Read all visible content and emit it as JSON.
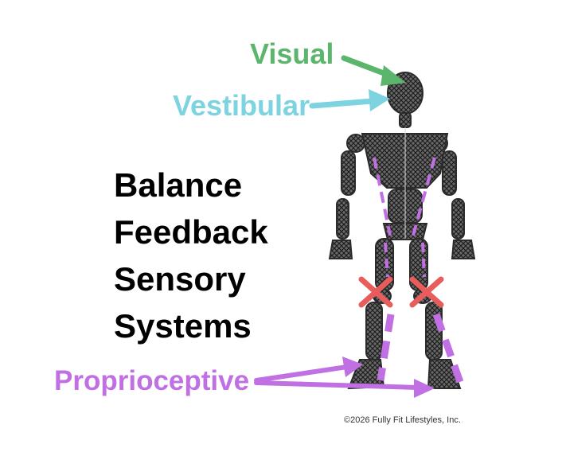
{
  "colors": {
    "visual": "#5cb56c",
    "vestibular": "#7dd3e0",
    "proprioceptive": "#c070e3",
    "cross": "#e85c5c",
    "wire": "#3a3a3a",
    "title": "#000000"
  },
  "labels": {
    "visual": "Visual",
    "vestibular": "Vestibular",
    "proprioceptive": "Proprioceptive"
  },
  "title_lines": [
    "Balance",
    "Feedback",
    "Sensory",
    "Systems"
  ],
  "copyright": "©2026 Fully Fit Lifestyles, Inc.",
  "figure": {
    "subject": "wire-figure-skeleton",
    "knee_markers": [
      "left-knee-cross-icon",
      "right-knee-cross-icon"
    ]
  }
}
